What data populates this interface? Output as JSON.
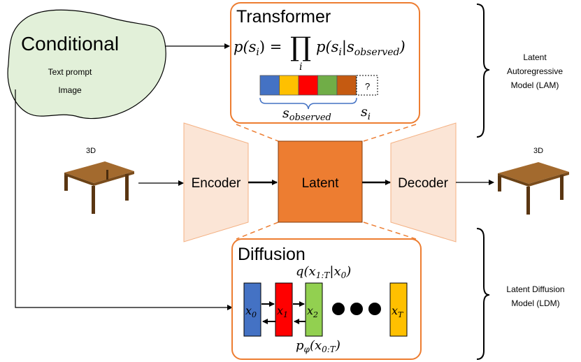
{
  "conditional": {
    "title": "Conditional",
    "item1": "Text prompt",
    "item2": "Image"
  },
  "transformer": {
    "title": "Transformer",
    "equation": {
      "lhs": "p(s",
      "lhs_sub": "i",
      "eq": ") =",
      "prod": "∏",
      "prod_sub": "i",
      "rhs": "p(s",
      "rhs_sub1": "i",
      "rhs_mid": "|s",
      "rhs_sub2": "observed",
      "rhs_end": ")"
    },
    "tokens": [
      {
        "color": "#4472c4"
      },
      {
        "color": "#ffc000"
      },
      {
        "color": "#ff0000"
      },
      {
        "color": "#70ad47"
      },
      {
        "color": "#c55a11"
      }
    ],
    "unknown_token": "?",
    "observed_label": "s",
    "observed_sub": "observed",
    "next_label": "s",
    "next_sub": "i"
  },
  "pipeline": {
    "input_label": "3D",
    "output_label": "3D",
    "encoder": "Encoder",
    "latent": "Latent",
    "decoder": "Decoder"
  },
  "diffusion": {
    "title": "Diffusion",
    "forward": {
      "q": "q(x",
      "sub": "1:T",
      "mid": "|x",
      "sub2": "0",
      "end": ")"
    },
    "reverse": {
      "p": "p",
      "p_sub": "φ",
      "open": "(x",
      "sub": "0:T",
      "end": ")"
    },
    "steps": [
      {
        "x": "x",
        "sub": "0",
        "color": "#4472c4"
      },
      {
        "x": "x",
        "sub": "1",
        "color": "#ff0000"
      },
      {
        "x": "x",
        "sub": "2",
        "color": "#92d050"
      },
      {
        "x": "x",
        "sub": "T",
        "color": "#ffc000"
      }
    ]
  },
  "brackets": {
    "lam": [
      "Latent",
      "Autoregressive",
      "Model (LAM)"
    ],
    "ldm": [
      "Latent Diffusion",
      "Model (LDM)"
    ]
  },
  "colors": {
    "accent_orange": "#ed7d31",
    "latent_fill": "#ed7d31",
    "trapezoid_fill": "#fbe5d6",
    "conditional_fill": "#e2f0d9"
  }
}
